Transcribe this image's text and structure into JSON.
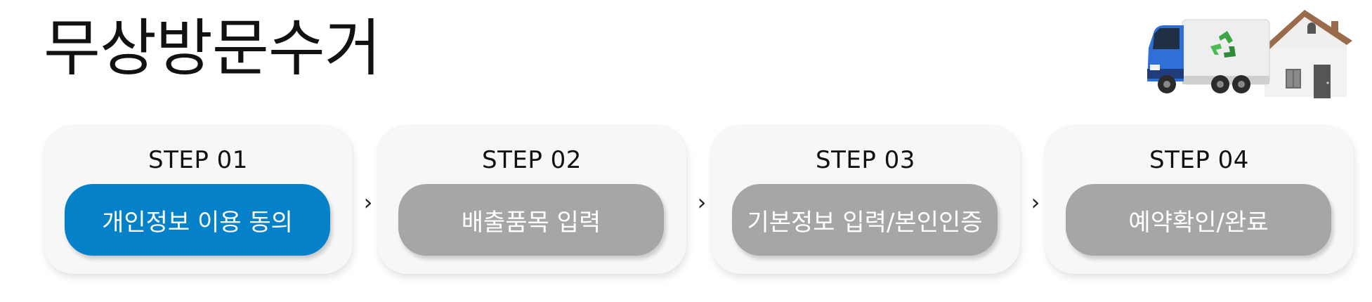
{
  "header": {
    "title": "무상방문수거"
  },
  "steps": [
    {
      "label": "STEP 01",
      "action": "개인정보 이용 동의",
      "state": "active"
    },
    {
      "label": "STEP 02",
      "action": "배출품목 입력",
      "state": "inactive"
    },
    {
      "label": "STEP 03",
      "action": "기본정보 입력/본인인증",
      "state": "inactive"
    },
    {
      "label": "STEP 04",
      "action": "예약확인/완료",
      "state": "inactive"
    }
  ],
  "separators": {
    "arrow_glyph": "›"
  },
  "colors": {
    "active": "#0481c9",
    "inactive": "#a6a6a6",
    "card_background": "#f7f7f7"
  },
  "icons": {
    "illustration": "recycling-truck-and-house-icon"
  }
}
